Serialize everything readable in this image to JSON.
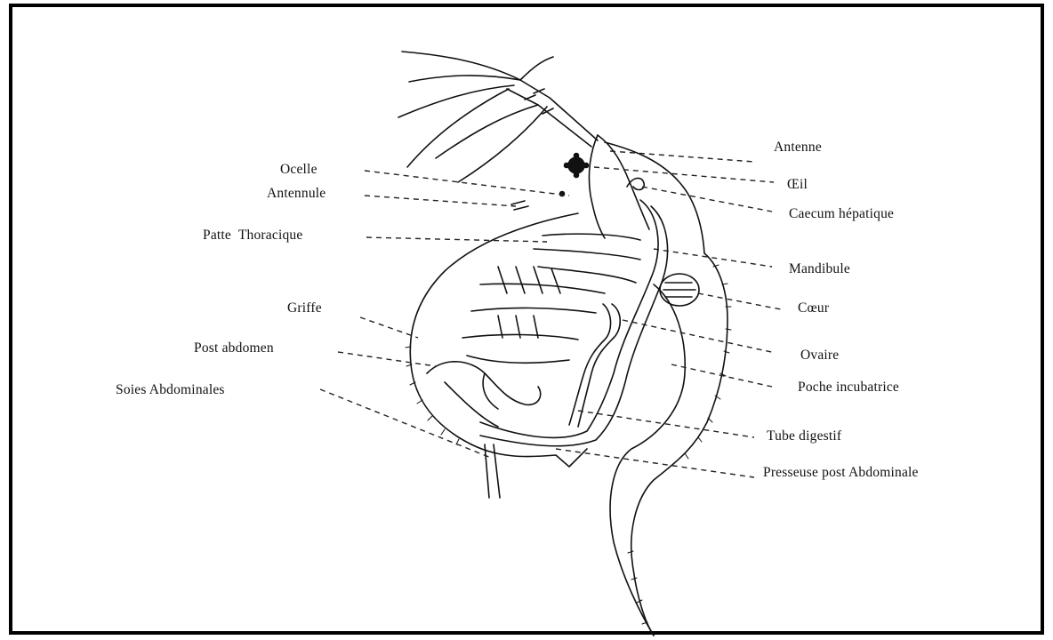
{
  "labels": {
    "antenne": "Antenne",
    "oeil": "Œil",
    "caecum": "Caecum hépatique",
    "mandibule": "Mandibule",
    "coeur": "Cœur",
    "ovaire": "Ovaire",
    "poche": "Poche incubatrice",
    "tube": "Tube digestif",
    "presseuse": "Presseuse post Abdominale",
    "ocelle": "Ocelle",
    "antennule": "Antennule",
    "patte": "Patte  Thoracique",
    "griffe": "Griffe",
    "post_abdomen": "Post abdomen",
    "soies": "Soies Abdominales"
  }
}
